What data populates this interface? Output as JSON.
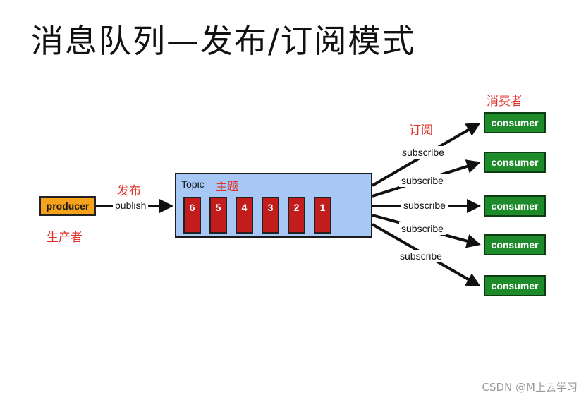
{
  "title": "消息队列—发布/订阅模式",
  "producer": {
    "label": "producer",
    "role_cn": "生产者"
  },
  "publish": {
    "label": "publish",
    "label_cn": "发布"
  },
  "topic": {
    "label": "Topic",
    "label_cn": "主题",
    "messages": [
      "6",
      "5",
      "4",
      "3",
      "2",
      "1"
    ]
  },
  "subscribe": {
    "label_cn": "订阅",
    "labels": [
      "subscribe",
      "subscribe",
      "subscribe",
      "subscribe",
      "subscribe"
    ]
  },
  "consumers": {
    "role_cn": "消费者",
    "labels": [
      "consumer",
      "consumer",
      "consumer",
      "consumer",
      "consumer"
    ]
  },
  "watermark": "CSDN @M上去学习",
  "colors": {
    "producer": "#f7a21b",
    "topic": "#a7c8f4",
    "message": "#c21c1c",
    "consumer": "#1e8b2b",
    "annotation": "#e0322b"
  }
}
